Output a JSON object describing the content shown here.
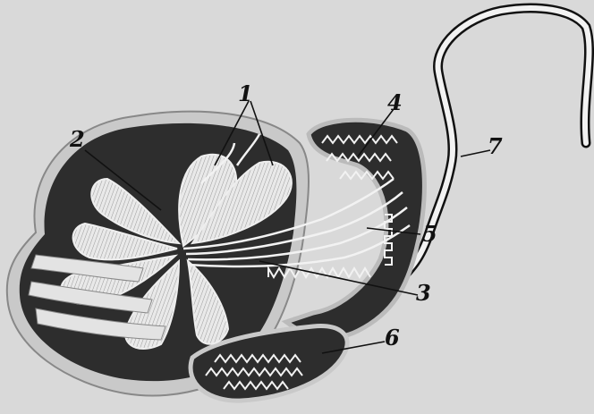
{
  "labels": {
    "l1": "1",
    "l2": "2",
    "l3": "3",
    "l4": "4",
    "l5": "5",
    "l6": "6",
    "l7": "7"
  },
  "colors": {
    "background": "#d9d9d9",
    "tunica": "#c9c9c9",
    "interior": "#2d2d2d",
    "lobule": "#e8e8e8",
    "tubule": "#f2f2f2",
    "ink": "#111111"
  }
}
